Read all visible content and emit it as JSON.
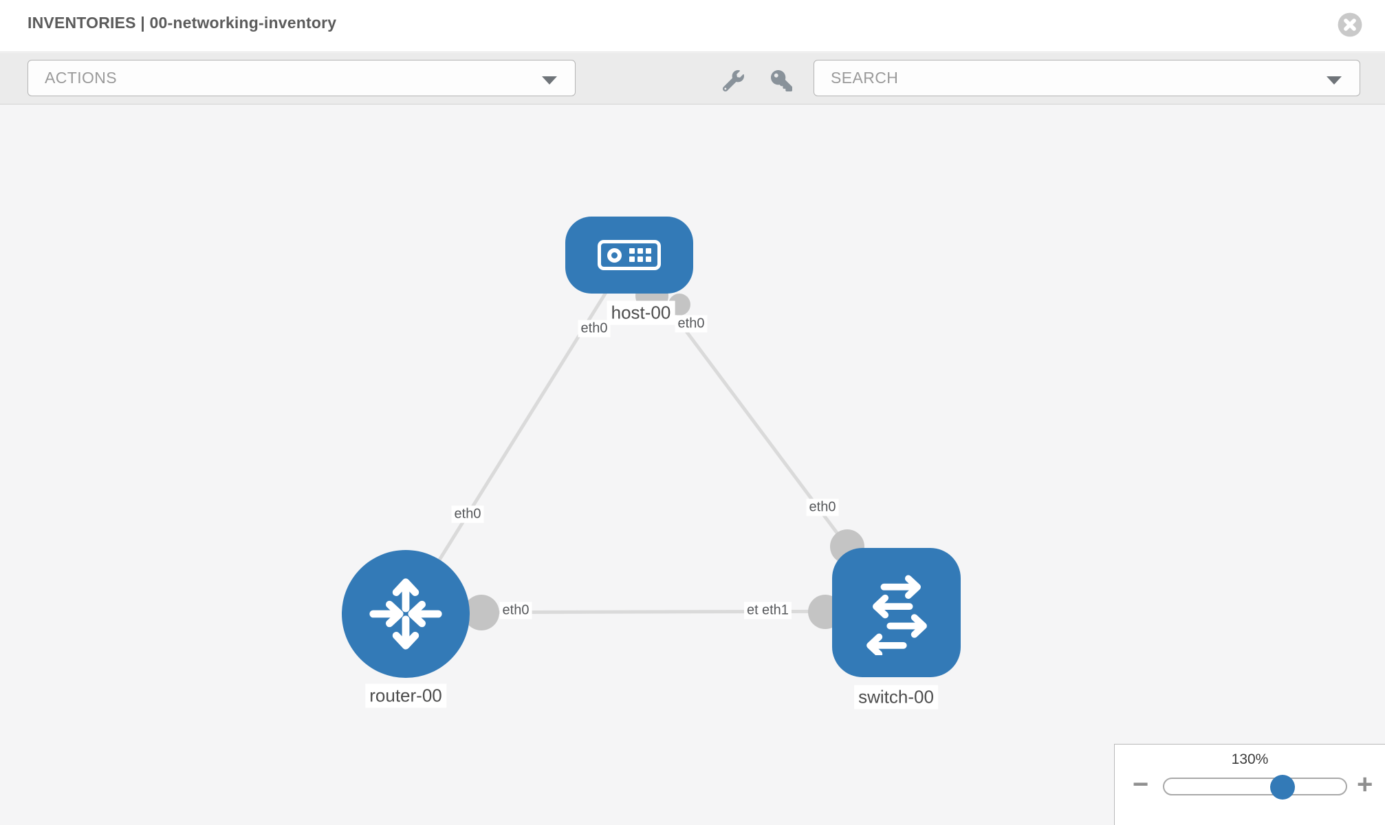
{
  "header": {
    "title": "INVENTORIES | 00-networking-inventory"
  },
  "toolbar": {
    "actions_label": "ACTIONS",
    "search_label": "SEARCH"
  },
  "topology": {
    "nodes": [
      {
        "id": "host-00",
        "type": "host",
        "label": "host-00"
      },
      {
        "id": "router-00",
        "type": "router",
        "label": "router-00"
      },
      {
        "id": "switch-00",
        "type": "switch",
        "label": "switch-00"
      }
    ],
    "links": [
      {
        "from": "host-00",
        "from_if": "eth0",
        "to": "router-00",
        "to_if": "eth0"
      },
      {
        "from": "host-00",
        "from_if": "eth0",
        "to": "switch-00",
        "to_if": "eth0"
      },
      {
        "from": "router-00",
        "from_if": "eth0",
        "to": "switch-00",
        "to_if": "eth1"
      }
    ],
    "overlapped_label": "eth0"
  },
  "zoom_control": {
    "level": "130%",
    "minus": "−",
    "plus": "+"
  },
  "colors": {
    "node_blue": "#337ab7",
    "link_gray": "#dadada",
    "interface_gray": "#c4c4c4"
  }
}
